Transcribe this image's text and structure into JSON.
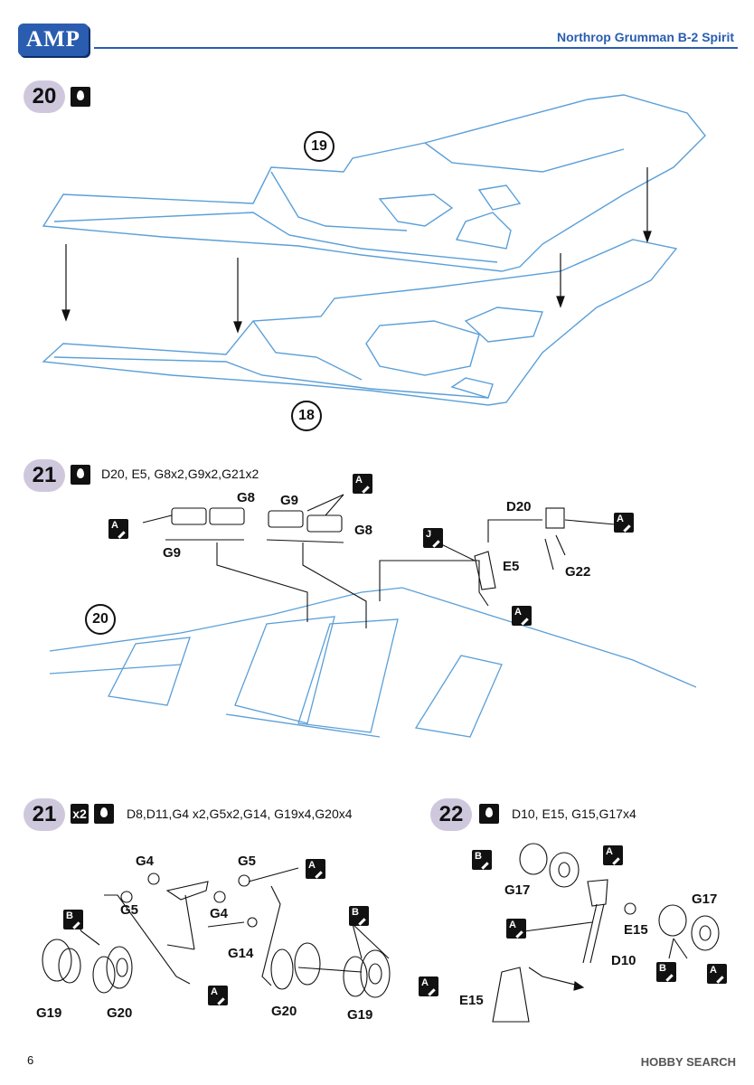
{
  "header": {
    "logo": "AMP",
    "title": "Northrop Grumman B-2 Spirit"
  },
  "steps": [
    {
      "number": "20"
    },
    {
      "number": "21",
      "parts": "D20, E5, G8x2,G9x2,G21x2"
    },
    {
      "number": "21",
      "multiplier": "x2",
      "parts": "D8,D11,G4 x2,G5x2,G14, G19x4,G20x4"
    },
    {
      "number": "22",
      "parts": "D10, E15, G15,G17x4"
    }
  ],
  "step20_refs": {
    "upper": "19",
    "lower": "18"
  },
  "step21a": {
    "ref": "20",
    "labels": {
      "g8a": "G8",
      "g9a": "G9",
      "g9b": "G9",
      "g8b": "G8",
      "d20": "D20",
      "e5": "E5",
      "g22": "G22"
    }
  },
  "step21b": {
    "labels": {
      "g4a": "G4",
      "g5a": "G5",
      "g5b": "G5",
      "g4b": "G4",
      "g14": "G14",
      "g19a": "G19",
      "g20a": "G20",
      "g20b": "G20",
      "g19b": "G19"
    }
  },
  "step22": {
    "labels": {
      "g17a": "G17",
      "g17b": "G17",
      "e15a": "E15",
      "d10": "D10",
      "e15b": "E15"
    }
  },
  "paint_codes": {
    "a": "A",
    "b": "B",
    "j": "J"
  },
  "footer": {
    "page_number": "6",
    "watermark": "HOBBY SEARCH"
  },
  "colors": {
    "line": "#5a9fd8",
    "accent": "#2a5db0",
    "step_badge": "#cfc8dd"
  }
}
